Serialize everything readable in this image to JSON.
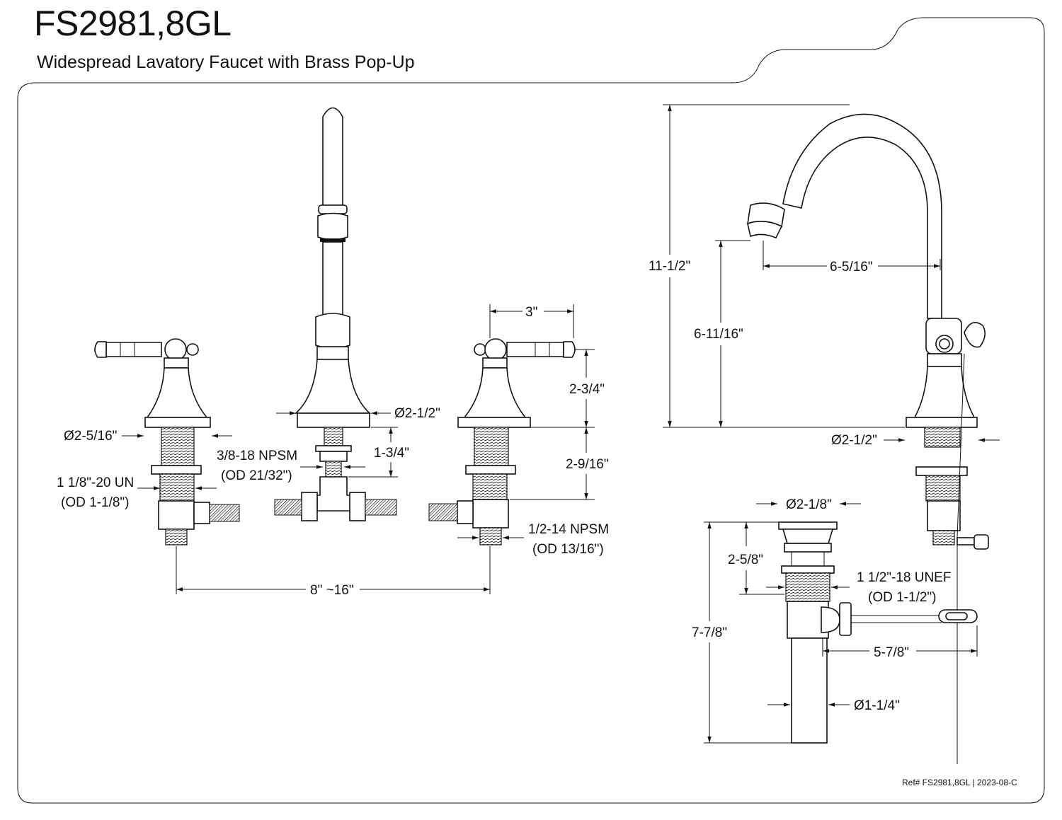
{
  "header": {
    "model": "FS2981,8GL",
    "description": "Widespread Lavatory Faucet with Brass Pop-Up"
  },
  "front_view": {
    "handle_width": "3\"",
    "handle_height": "2-3/4\"",
    "shank_length": "2-9/16\"",
    "spout_base_diameter": "Ø2-1/2\"",
    "handle_base_diameter": "Ø2-5/16\"",
    "spout_shank_thread": "3/8-18 NPSM",
    "spout_shank_od": "(OD 21/32\")",
    "spout_shank_length": "1-3/4\"",
    "handle_shank_thread": "1 1/8\"-20 UN",
    "handle_shank_od": "(OD 1-1/8\")",
    "inlet_thread": "1/2-14 NPSM",
    "inlet_od": "(OD 13/16\")",
    "centers": "8\" ~16\""
  },
  "side_view": {
    "overall_height": "11-1/2\"",
    "spout_clearance": "6-11/16\"",
    "spout_reach": "6-5/16\"",
    "base_diameter": "Ø2-1/2\""
  },
  "drain": {
    "flange_diameter": "Ø2-1/8\"",
    "flange_height": "2-5/8\"",
    "body_thread": "1 1/2\"-18 UNEF",
    "body_od": "(OD 1-1/2\")",
    "overall_length": "7-7/8\"",
    "rod_length": "5-7/8\"",
    "tailpiece_diameter": "Ø1-1/4\""
  },
  "footer": {
    "reference": "Ref# FS2981,8GL | 2023-08-C"
  }
}
